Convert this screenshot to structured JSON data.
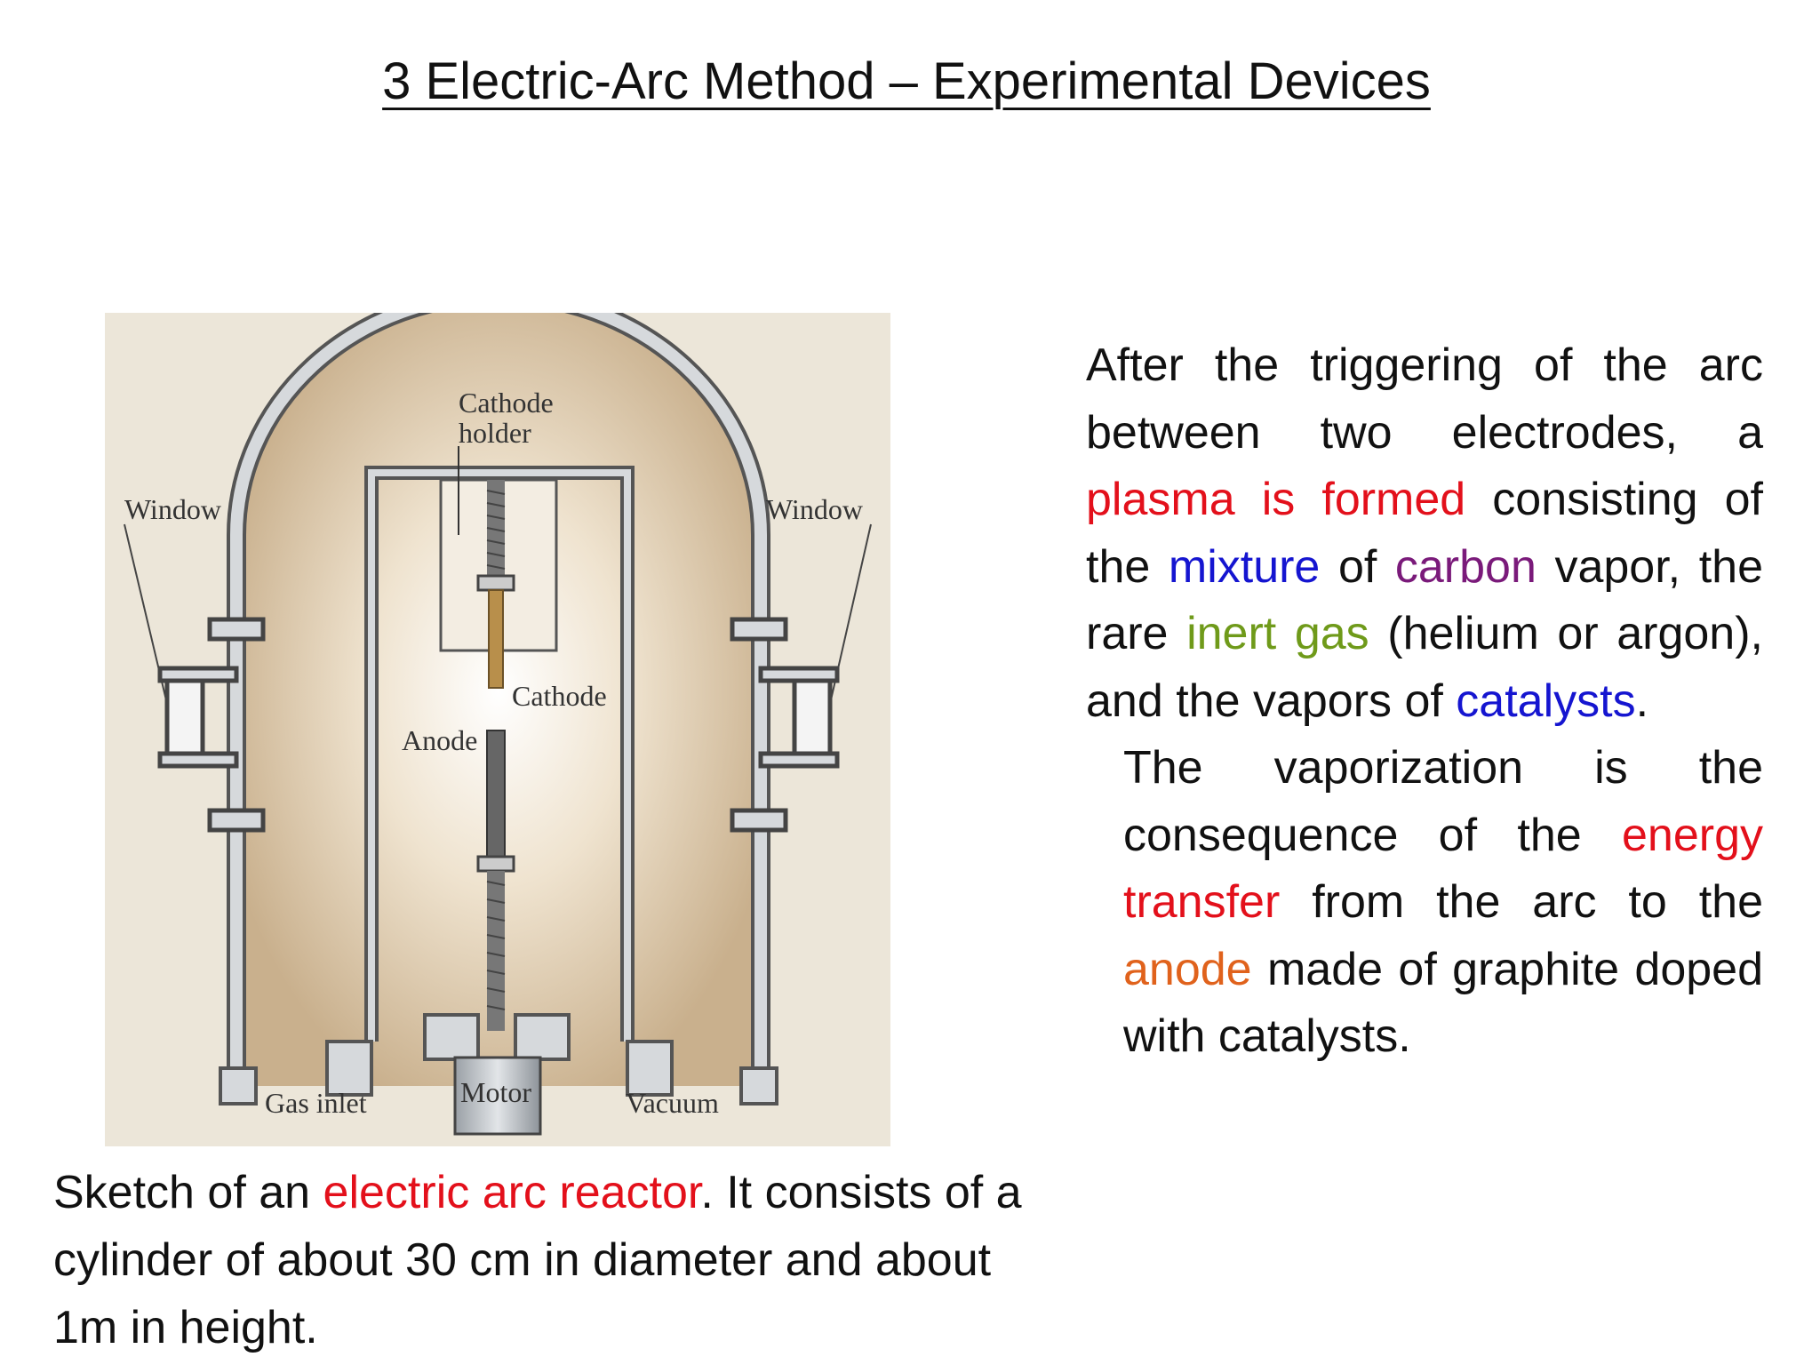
{
  "title": "3 Electric-Arc Method – Experimental Devices",
  "figure": {
    "labels": {
      "cathode_holder_1": "Cathode",
      "cathode_holder_2": "holder",
      "window_left": "Window",
      "window_right": "Window",
      "cathode": "Cathode",
      "anode": "Anode",
      "gas_inlet": "Gas inlet",
      "motor": "Motor",
      "vacuum": "Vacuum"
    }
  },
  "caption": {
    "part1": "Sketch of an ",
    "highlight": "electric arc reactor",
    "part2": ". It consists of a cylinder of about 30 cm in diameter and about 1m in height."
  },
  "paragraph1": {
    "t1": "After the triggering of the arc between two electrodes, a ",
    "h1": "plasma is formed",
    "t2": " consisting of the ",
    "h2": "mixture",
    "t3": " of ",
    "h3": "carbon",
    "t4": " vapor, the rare ",
    "h4": "inert gas",
    "t5": " (helium or argon), and the vapors of ",
    "h5": "catalysts",
    "t6": "."
  },
  "paragraph2": {
    "t1": "The vaporization is the consequence of the ",
    "h1": "energy transfer",
    "t2": " from the arc to the ",
    "h2": "anode",
    "t3": " made of graphite doped with catalysts."
  },
  "colors": {
    "red": "#e3101b",
    "blue": "#1515d0",
    "purple": "#7a1a7a",
    "green": "#6f9a1a",
    "orange": "#e0621c"
  }
}
